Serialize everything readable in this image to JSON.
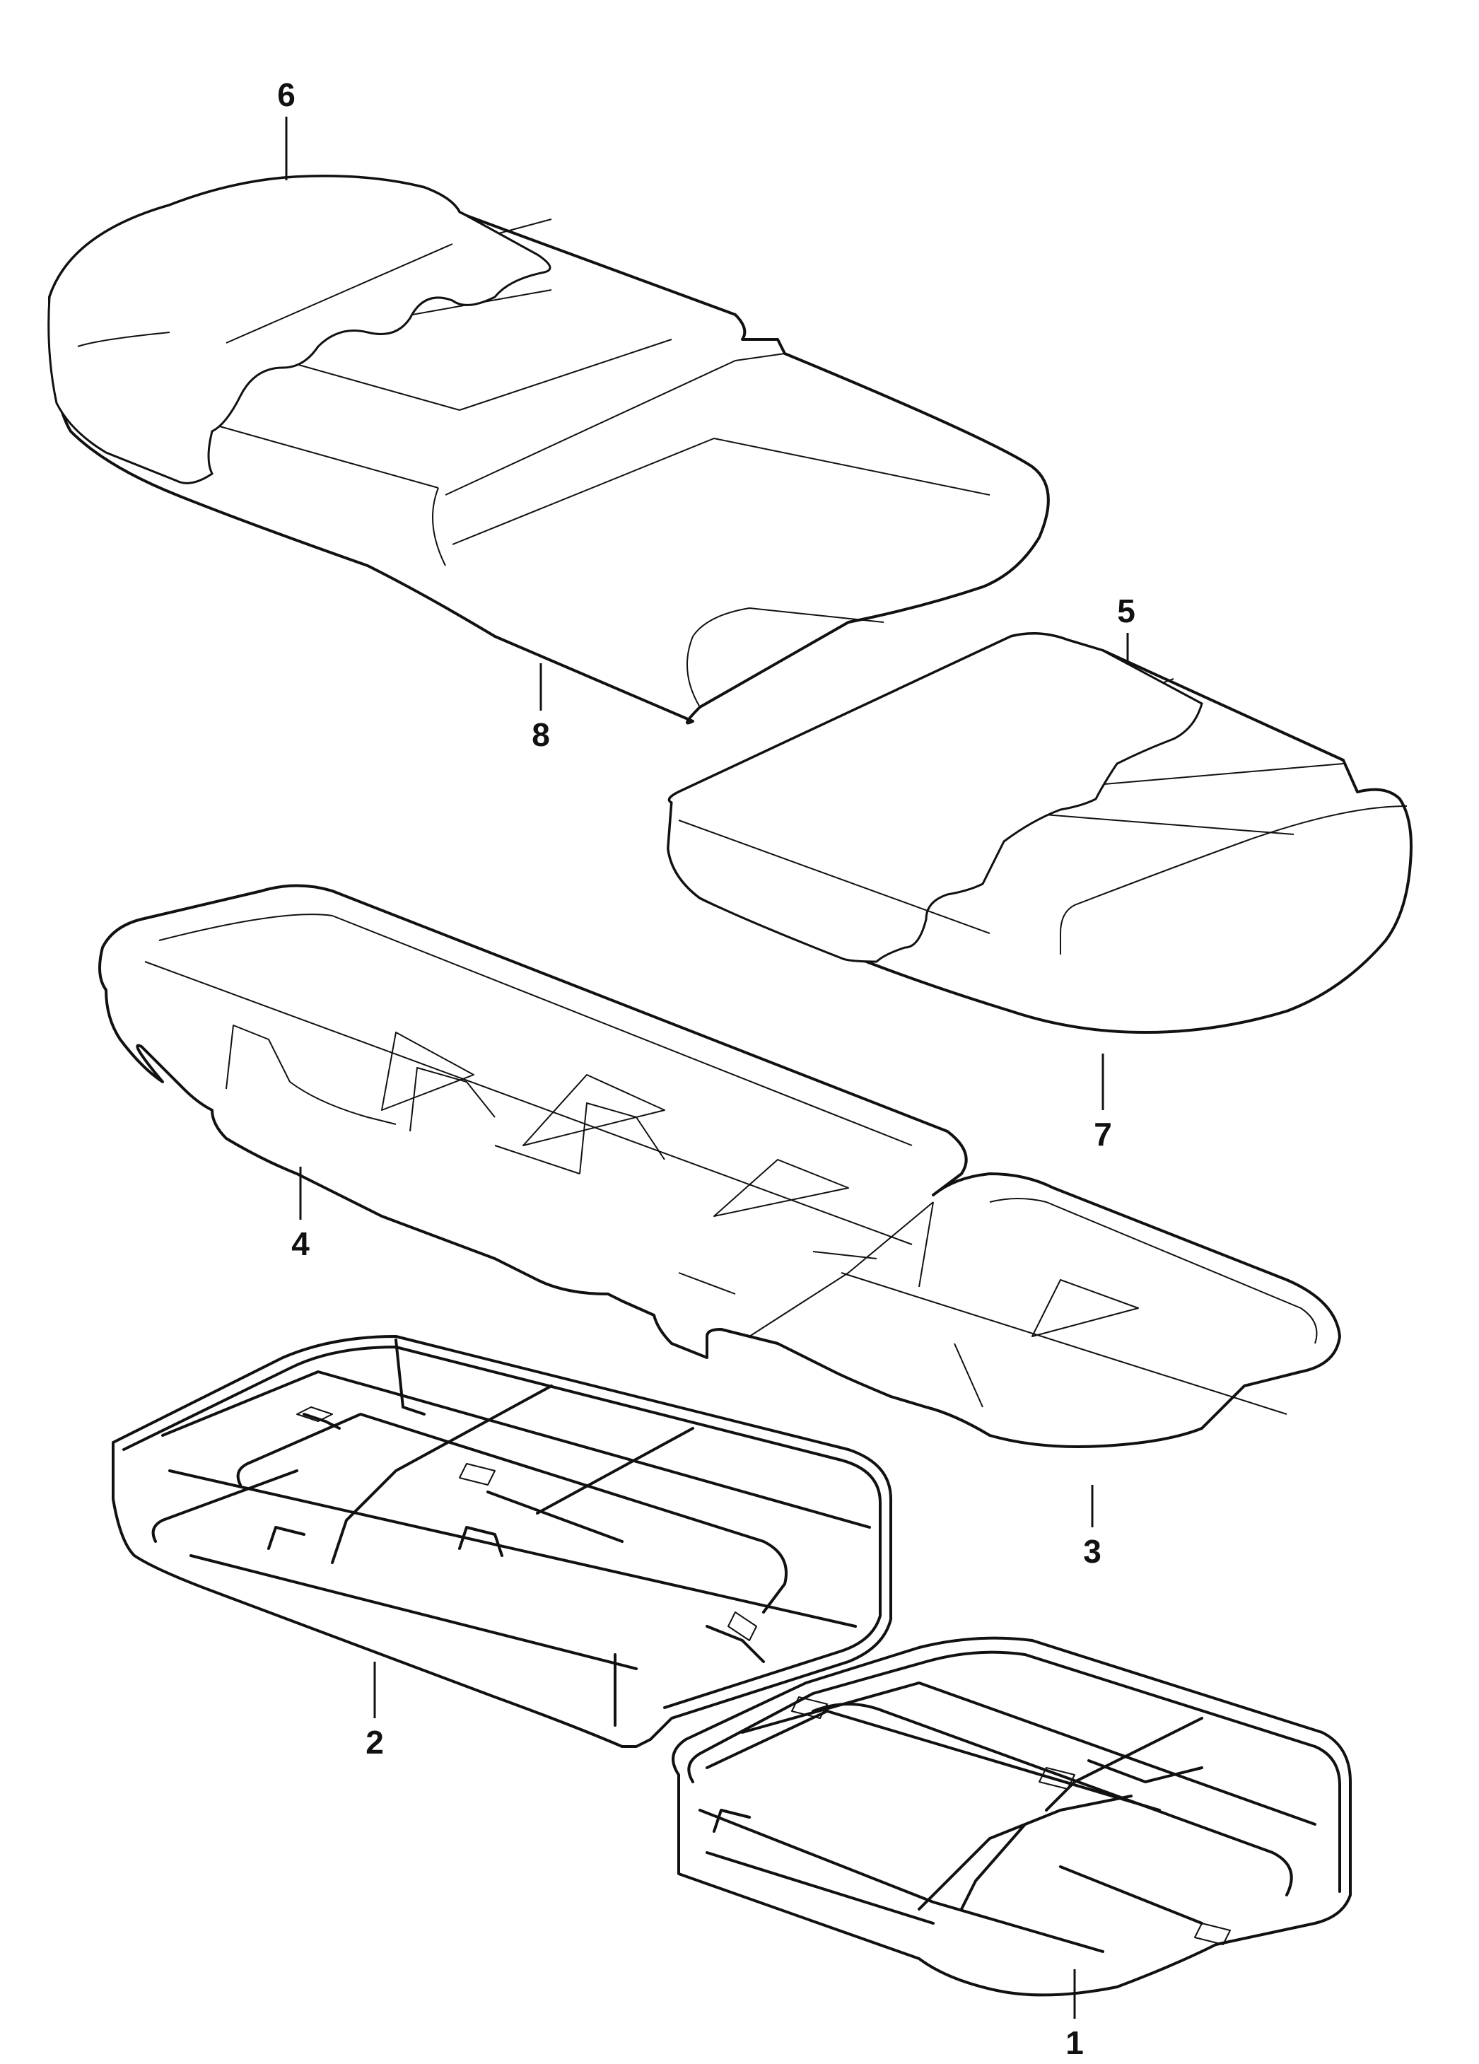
{
  "callouts": {
    "1": "1",
    "2": "2",
    "3": "3",
    "4": "4",
    "5": "5",
    "6": "6",
    "7": "7",
    "8": "8"
  },
  "style": {
    "line_color": "#111111",
    "background": "#ffffff"
  }
}
